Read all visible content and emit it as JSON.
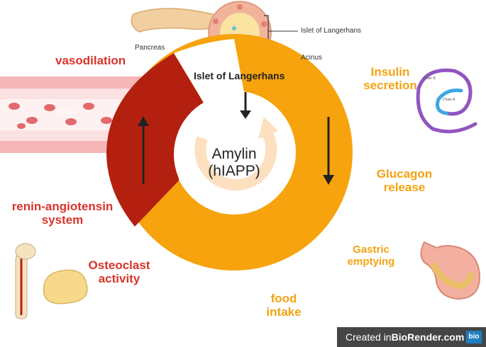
{
  "diagram": {
    "center_title_line1": "Amylin",
    "center_title_line2": "(hIAPP)",
    "top_label": "Islet of Langerhans",
    "pancreas_label": "Pancreas",
    "islet_callout": "Islet of Langerhans",
    "acinus_callout": "Acinus",
    "dilation_label": "Dilation",
    "left_effects": [
      {
        "text": "vasodilation"
      },
      {
        "line1": "renin-angiotensin",
        "line2": "system"
      },
      {
        "line1": "Osteoclast",
        "line2": "activity"
      }
    ],
    "right_effects": [
      {
        "line1": "Insulin",
        "line2": "secretion"
      },
      {
        "line1": "Glucagon",
        "line2": "release"
      },
      {
        "line1": "Gastric",
        "line2": "emptying"
      },
      {
        "line1": "food",
        "line2": "intake"
      }
    ],
    "chain_labels": [
      "Chain B",
      "Chain A"
    ]
  },
  "credit": {
    "prefix": "Created in ",
    "brand": "BioRender.com",
    "logo": "bio"
  },
  "colors": {
    "red": "#d8342a",
    "dark_red": "#b3200f",
    "orange": "#f7a30d",
    "peach": "#fde0bf"
  }
}
